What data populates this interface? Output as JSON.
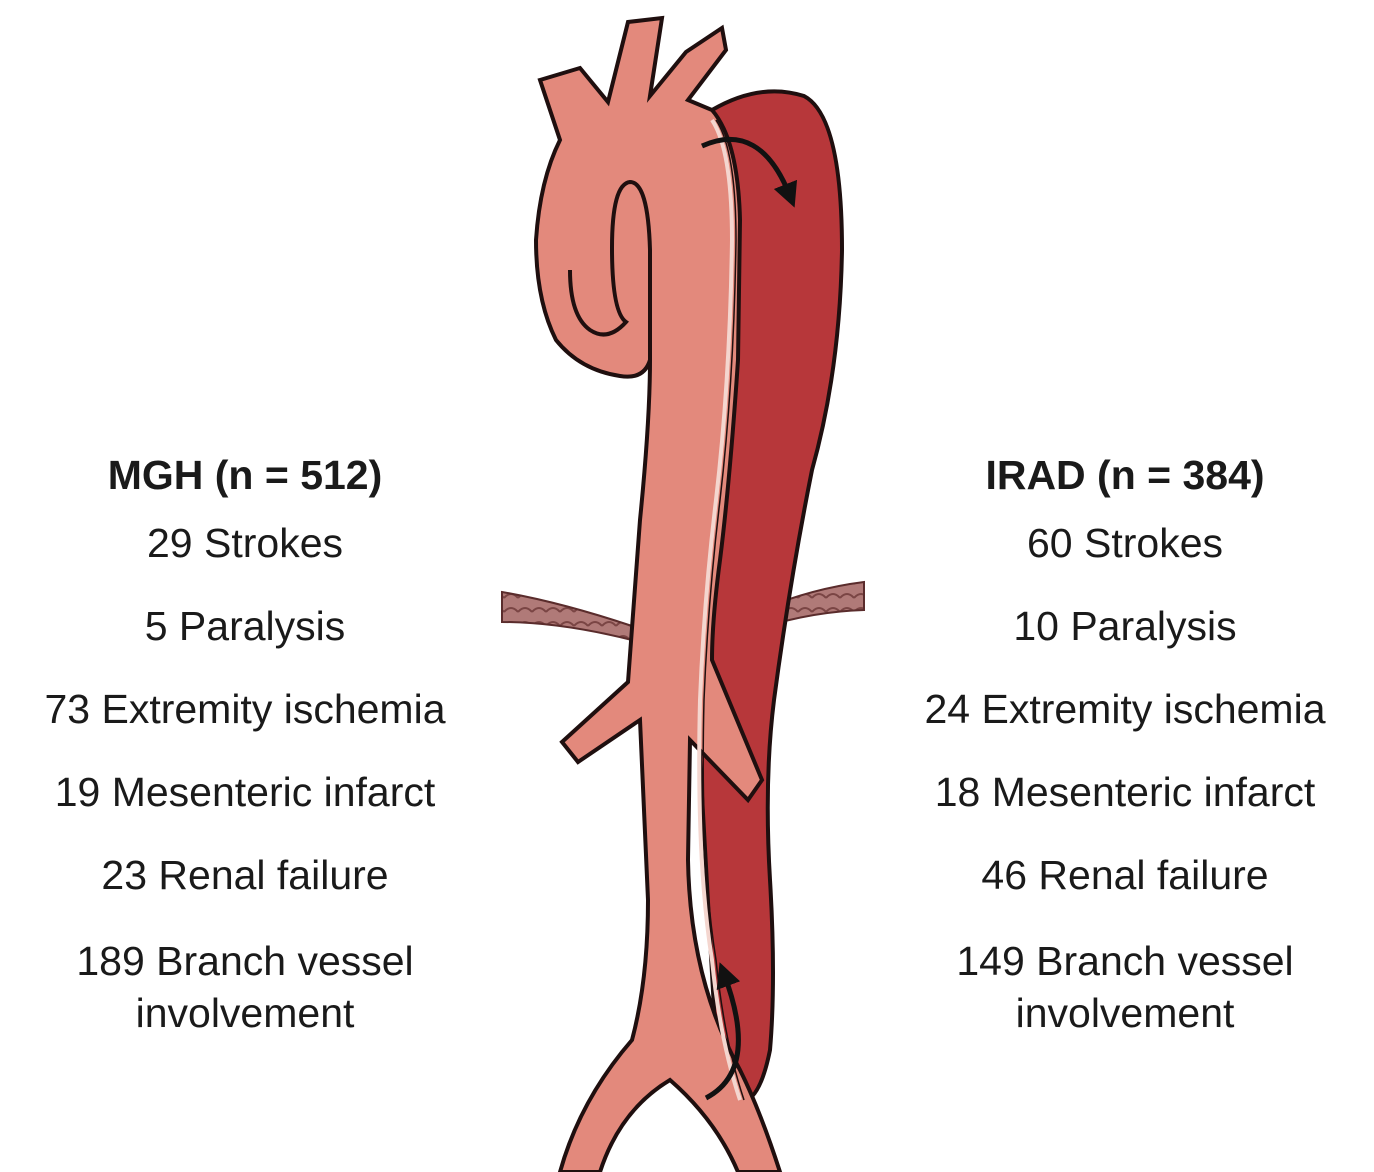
{
  "diagram": {
    "colors": {
      "true_lumen": "#e3897c",
      "false_lumen": "#b7373a",
      "outline": "#1f0f0f",
      "diaphragm": "#b07a78",
      "arrow": "#111111"
    }
  },
  "left": {
    "title": "MGH (n = 512)",
    "items": [
      "29 Strokes",
      "5 Paralysis",
      "73 Extremity ischemia",
      "19 Mesenteric infarct",
      "23 Renal failure"
    ],
    "last_line1": "189 Branch vessel",
    "last_line2": "involvement"
  },
  "right": {
    "title": "IRAD (n = 384)",
    "items": [
      "60 Strokes",
      "10 Paralysis",
      "24 Extremity ischemia",
      "18 Mesenteric infarct",
      "46 Renal failure"
    ],
    "last_line1": "149 Branch vessel",
    "last_line2": "involvement"
  }
}
